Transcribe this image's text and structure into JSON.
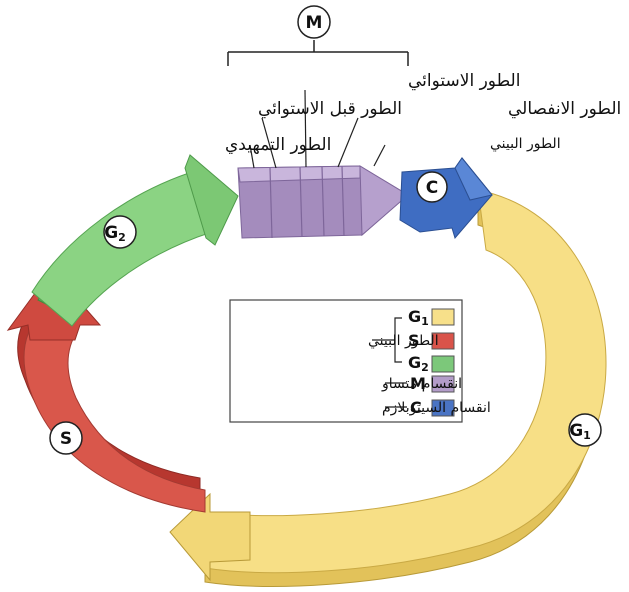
{
  "cycle": {
    "mitosis_letter": "M",
    "cytokinesis_letter": "C",
    "s_letter": "S",
    "g1_letter": "G",
    "g1_sub": "1",
    "g2_letter": "G",
    "g2_sub": "2"
  },
  "phases": {
    "prophase": "الطور التمهيدي",
    "prometaphase": "الطور قبل الاستوائي",
    "metaphase": "الطور الاستوائي",
    "anaphase": "الطور الانفصالي",
    "telophase": "الطور البيني"
  },
  "legend": {
    "items": [
      {
        "letter": "G",
        "sub": "1",
        "color": "#f7e08a"
      },
      {
        "letter": "S",
        "sub": "",
        "color": "#d9534a"
      },
      {
        "letter": "G",
        "sub": "2",
        "color": "#7cc87a"
      },
      {
        "letter": "M",
        "sub": "",
        "color": "#b39cc9"
      },
      {
        "letter": "C",
        "sub": "",
        "color": "#4a74c4"
      }
    ],
    "interphase_label": "الطور البيني",
    "mitosis_label": "انقسام متساو",
    "cytokinesis_label": "انقسام السيتوبلازم"
  },
  "colors": {
    "g1": "#f7df86",
    "s": "#d44f45",
    "g2": "#86cf7e",
    "m": "#b29bc8",
    "c": "#3f6dc2"
  }
}
